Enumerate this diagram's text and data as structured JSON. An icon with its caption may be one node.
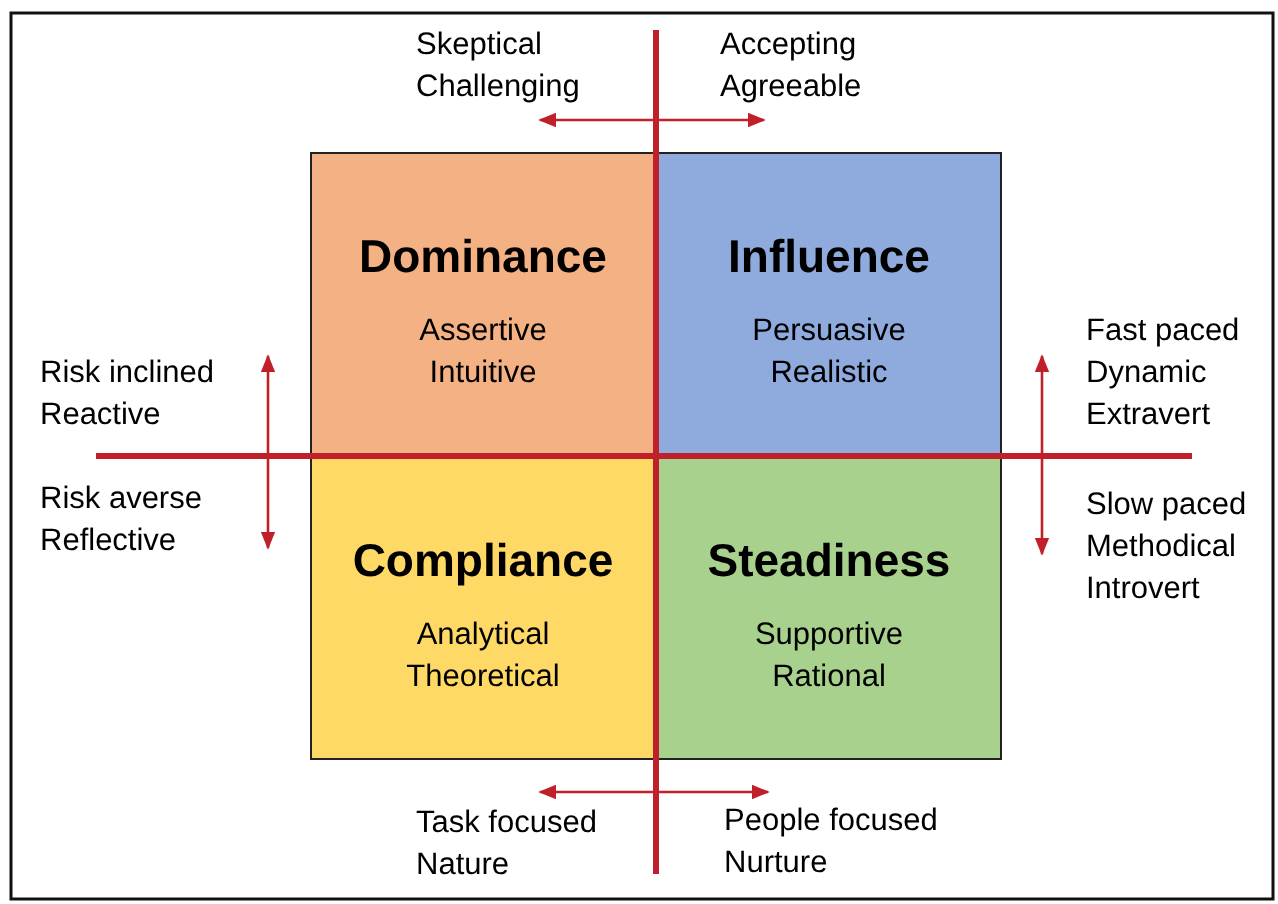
{
  "diagram": {
    "nodes": [
      {
        "text": [
          "Skeptical",
          "Challenging"
        ]
      },
      {
        "text": [
          "Accepting",
          "Agreeable"
        ]
      },
      {
        "text": [
          "Dominance",
          "Assertive",
          "Intuitive"
        ]
      },
      {
        "text": [
          "Influence",
          "Persuasive",
          "Realistic"
        ]
      },
      {
        "text": [
          "Fast paced",
          "Dynamic",
          "Extravert"
        ]
      },
      {
        "text": [
          "Risk inclined",
          "Reactive"
        ]
      },
      {
        "text": [
          "Risk averse",
          "Reflective"
        ]
      },
      {
        "text": [
          "Slow paced",
          "Methodical",
          "Introvert"
        ]
      },
      {
        "text": [
          "Compliance",
          "Analytical",
          "Theoretical"
        ]
      },
      {
        "text": [
          "Steadiness",
          "Supportive",
          "Rational"
        ]
      },
      {
        "text": [
          "Task focused",
          "Nature"
        ]
      },
      {
        "text": [
          "People focused",
          "Nurture"
        ]
      }
    ],
    "edges": [
      {
        "from": 0,
        "to": 1,
        "arrow": "both"
      },
      {
        "from": 5,
        "to": 6,
        "arrow": "both"
      },
      {
        "from": 4,
        "to": 7,
        "arrow": "both"
      },
      {
        "from": 10,
        "to": 11,
        "arrow": "both"
      }
    ]
  }
}
